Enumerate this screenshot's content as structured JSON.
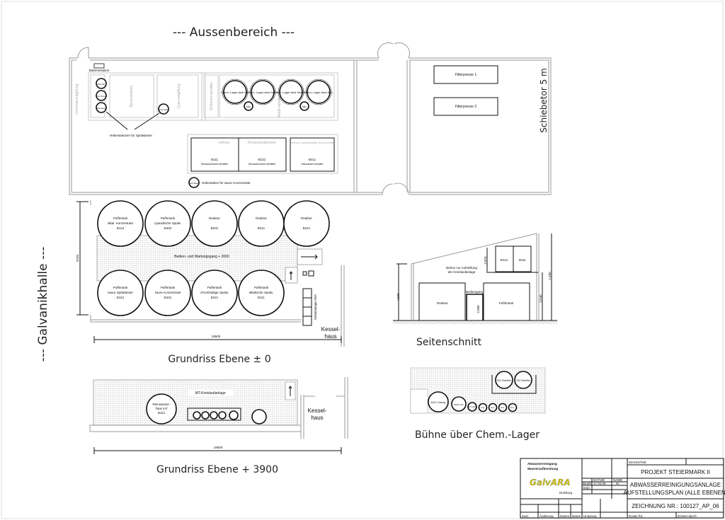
{
  "titles": {
    "aussenbereich": "---  Aussenbereich  ---",
    "galvanikhalle": "---  Galvanikhalle  ---",
    "ebene0": "Grundriss Ebene ± 0",
    "ebene3900": "Grundriss Ebene + 3900",
    "seitenschnitt": "Seitenschnitt",
    "buehne": "Bühne über Chem.-Lager",
    "schiebetor": "Schiebetor 5 m"
  },
  "aussen": {
    "filterpresse1": "Filterpresse 1",
    "filterpresse2": "Filterpresse 2",
    "batterie": "Batteriestation",
    "entsorgung": "Chromat-entgiftung",
    "neutralisation": "Neutralisation",
    "cyanentgiftung": "Cyan-entgiftung",
    "schlammbehaelter": "Schlamm-behälter",
    "abfuellbehaelter": "Abfüll-behälter",
    "hebestationen_spuel": "Hebestationen für Spülwässer",
    "hebestationen_konz": "Hebestation für saure Konzentrate",
    "chem_tanks": [
      "Chem.-Lager-tank HCl",
      "Chem.-Lager-tank NaOH",
      "Chem.-Lager-tank NaHSO3",
      "Chem.-Lager-tank Beh."
    ],
    "abs": "Abs.",
    "small_tanks": [
      "HS1 Alk.",
      "HS2 Chrom",
      "HS3 Sauer",
      "HS4 Cyan",
      "HS5 Säure"
    ],
    "konz_headers": [
      "verhan.",
      "Konzentratbecken",
      "verhan. cyanidhaltige Konzentrate"
    ],
    "konz_boxes": [
      {
        "id": "B111",
        "label": "Stumwachlamm-behälter"
      },
      {
        "id": "B131",
        "label": "Stumwachlamm-behälter"
      },
      {
        "id": "B411",
        "label": "Klarwasser-behälter"
      }
    ]
  },
  "ebene0": {
    "top_tanks": [
      {
        "l1": "Puffertank",
        "l2": "alkal. Konzentrate",
        "id": "B113"
      },
      {
        "l1": "Puffertank",
        "l2": "cyanidische Spülw.",
        "id": "B432"
      },
      {
        "l1": "Reaktor",
        "l2": "",
        "id": "B231"
      },
      {
        "l1": "Reaktor",
        "l2": "",
        "id": "B211"
      },
      {
        "l1": "Reaktor",
        "l2": "",
        "id": "B221"
      }
    ],
    "bottom_tanks": [
      {
        "l1": "Puffertank",
        "l2": "saure Spülwässer",
        "id": "B112"
      },
      {
        "l1": "Puffertank",
        "l2": "saure Konzentrate",
        "id": "B431"
      },
      {
        "l1": "Puffertank",
        "l2": "chromhaltige Spülw.",
        "id": "B421"
      },
      {
        "l1": "Puffertank",
        "l2": "alkalische Spülw.",
        "id": "B111"
      }
    ],
    "walkway": "Bedien- und Wartungsgang + 2000",
    "dim_width": "19500",
    "dim_height": "9720",
    "schaltanlage": "Schaltanlage ARA",
    "kesselhaus_l1": "Kessel-",
    "kesselhaus_l2": "haus"
  },
  "ebene3900": {
    "kreislauf": "IAT-Kreislaufanlage",
    "reinwasser_l1": "Reinwasser-",
    "reinwasser_l2": "Tank IAT",
    "reinwasser_id": "B112",
    "dim_width": "19500",
    "kesselhaus_l1": "Kessel-",
    "kesselhaus_l2": "haus"
  },
  "schnitt": {
    "reaktor": "Reaktor",
    "puffertank": "Puffertank",
    "bediengang": "Bediengang",
    "buehne_label_l1": "Bühne zur Aufstellung",
    "buehne_label_l2": "der Kreislaufanlage",
    "b112": "B112",
    "b111": "B111",
    "dim_left": "4.500",
    "dim_upper": "2.875",
    "dim_mid": "3.540",
    "dim_total": "7.400",
    "dim_gang": "2.000"
  },
  "buehne": {
    "filter1": "FA1 Klarfilter",
    "filter2": "FA2 Klarfilter",
    "tanks": [
      "B112 Lösung",
      "B161 HCl",
      "B171 NaOH",
      "Dos.",
      "Dos.",
      "Dos.",
      "Dos."
    ]
  },
  "titleblock": {
    "company_l1": "Abwasserreinigung",
    "company_l2": "Wasseraufbereitung",
    "logo": "GalvARA",
    "city": "Duisburg",
    "datum_label": "DATUM",
    "name_label": "NAME",
    "bearb_label": "Bearb.",
    "gepr_label": "Gepr.",
    "datum": "17.02.06",
    "name": "M",
    "massstab": "MASSSTAB:",
    "project": "PROJEKT STEIERMARK II",
    "desc1": "ABWASSERREINIGUNGSANLAGE",
    "desc2": "AUFSTELLUNGSPLAN (ALLE EBENEN)",
    "drawing_no": "ZEICHNUNG NR.: 100127_AP_06",
    "footer": [
      "Zust.",
      "Änderung",
      "Datum",
      "Name",
      "Ursprung",
      "Ersatz für:",
      "Ersetzt durch:"
    ]
  }
}
